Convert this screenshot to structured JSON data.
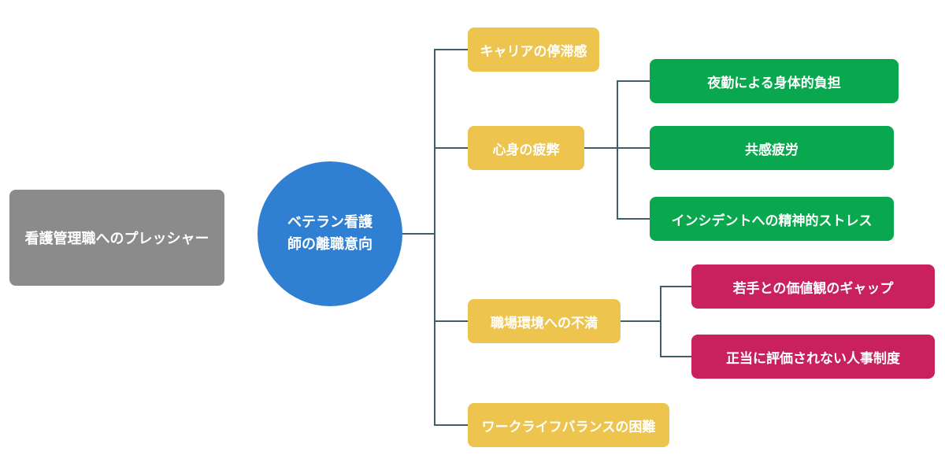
{
  "diagram": {
    "palette": {
      "floating_node": "#8b8b8b",
      "center_node": "#2f80d3",
      "branch_node": "#ecc44e",
      "leaf_green": "#09a84e",
      "leaf_crimson": "#c8215d",
      "connector": "#3f5e68",
      "text": "#ffffff"
    },
    "floating_node": {
      "label": "看護管理職へのプレッシャー"
    },
    "center_node": {
      "label": "ベテラン看護師の離職意向"
    },
    "branches": [
      {
        "label": "キャリアの停滞感",
        "children": []
      },
      {
        "label": "心身の疲弊",
        "children": [
          {
            "label": "夜勤による身体的負担"
          },
          {
            "label": "共感疲労"
          },
          {
            "label": "インシデントへの精神的ストレス"
          }
        ]
      },
      {
        "label": "職場環境への不満",
        "children": [
          {
            "label": "若手との価値観のギャップ"
          },
          {
            "label": "正当に評価されない人事制度"
          }
        ]
      },
      {
        "label": "ワークライフバランスの困難",
        "children": []
      }
    ]
  }
}
